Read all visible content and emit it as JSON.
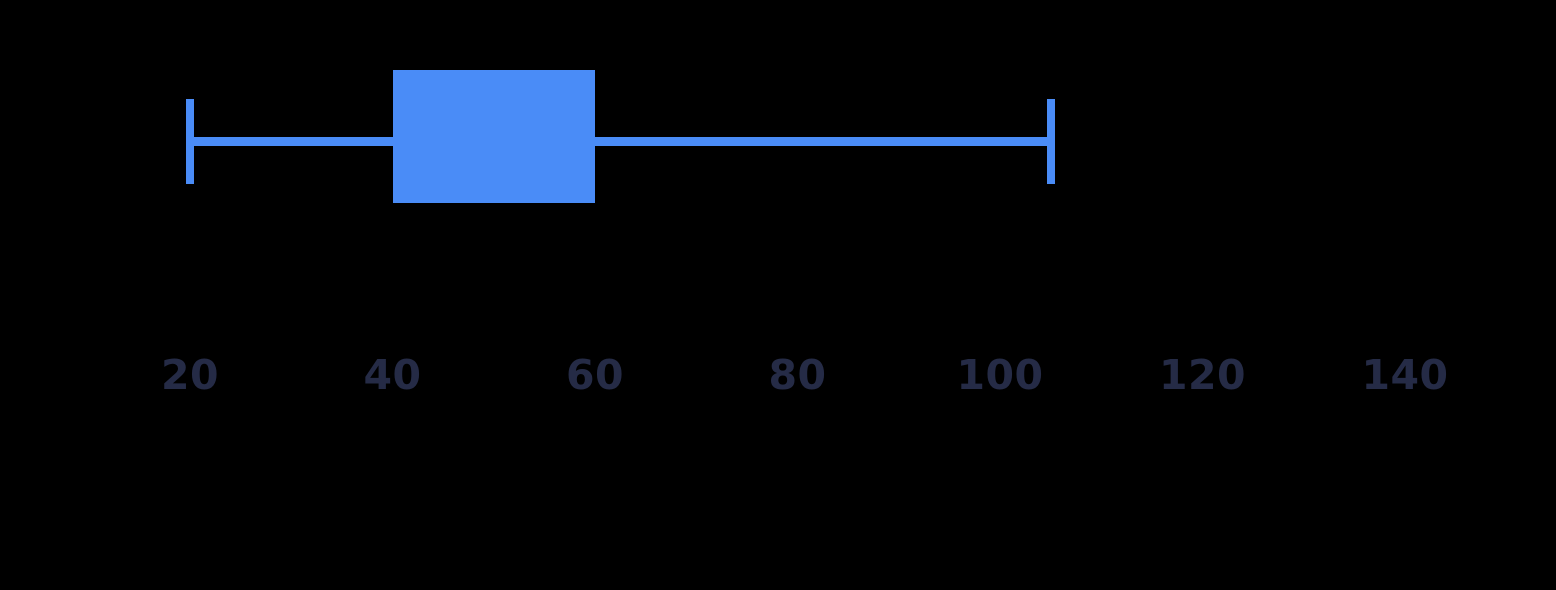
{
  "chart_data": {
    "type": "boxplot",
    "orientation": "horizontal",
    "title": "",
    "xlabel": "",
    "ylabel": "",
    "stats": {
      "min": 20,
      "q1": 40,
      "median": null,
      "q3": 60,
      "max": 105
    },
    "median_line_visible": false,
    "axis": {
      "ticks": [
        "20",
        "40",
        "60",
        "80",
        "100",
        "120",
        "140"
      ],
      "tick_values": [
        20,
        40,
        60,
        80,
        100,
        120,
        140
      ],
      "range": [
        20,
        140
      ],
      "grid": false,
      "axis_line_visible": false,
      "tick_marks_visible": false,
      "legend": "none"
    },
    "colors": {
      "box_fill": "#4A8CF7",
      "whisker": "#4A8CF7",
      "tick_label": "#252B46",
      "background": "#000000"
    }
  }
}
